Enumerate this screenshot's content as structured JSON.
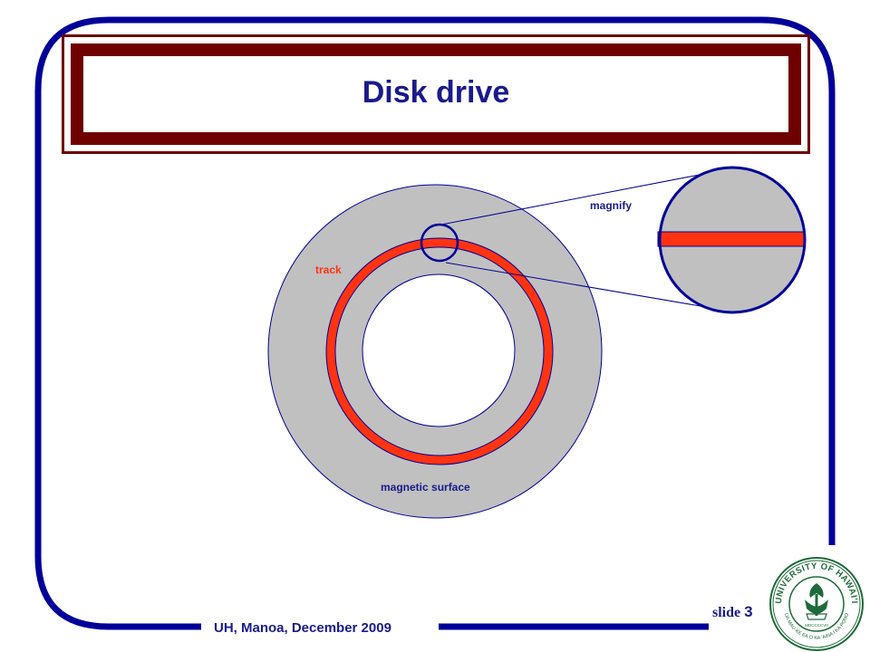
{
  "slide": {
    "title": "Disk drive",
    "footer": "UH, Manoa, December 2009",
    "slide_label": "slide",
    "slide_number": "3"
  },
  "diagram": {
    "labels": {
      "magnify": "magnify",
      "track": "track",
      "surface": "magnetic surface"
    }
  },
  "seal": {
    "text_top": "UNIVERSITY OF HAWAI'I",
    "text_bottom": "UA MAU KE EA O KA 'AINA I KA PONO",
    "center_text": "MDCCCCVII"
  },
  "colors": {
    "frame": "#000099",
    "title_border": "#6e0000",
    "title_text": "#1a1a8c",
    "platter": "#c0c0c0",
    "track": "#ff3311",
    "seal_green": "#1f6b3a"
  }
}
